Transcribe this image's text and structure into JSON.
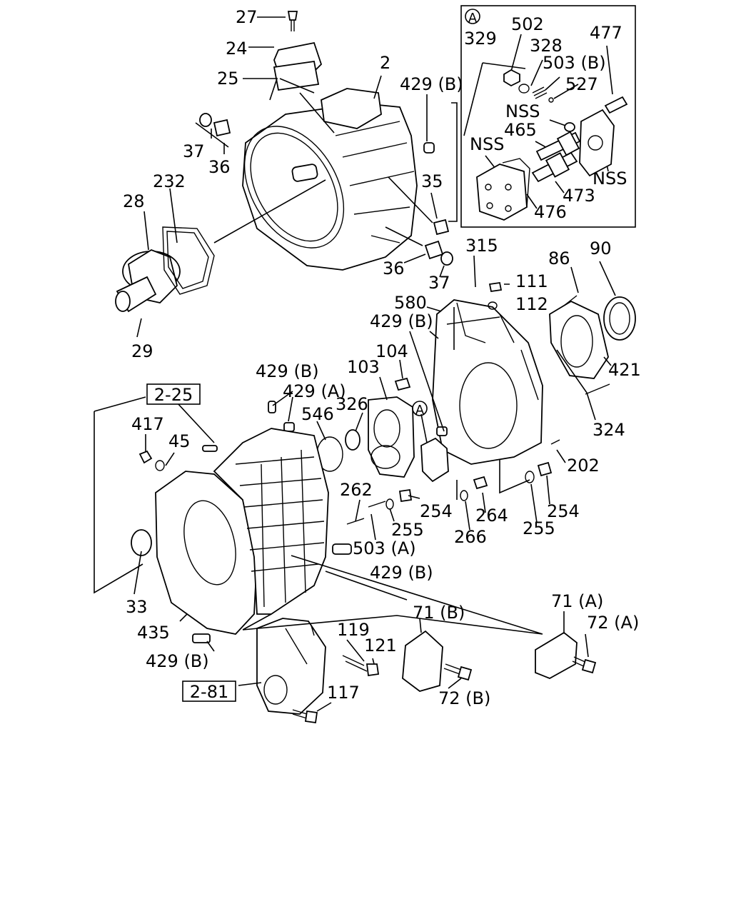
{
  "inset": {
    "marker": "A",
    "labels": [
      "329",
      "502",
      "328",
      "503 (B)",
      "527",
      "477",
      "NSS",
      "465",
      "NSS",
      "NSS",
      "473",
      "476"
    ]
  },
  "callouts": {
    "p27": "27",
    "p24": "24",
    "p25": "25",
    "p2": "2",
    "p37a": "37",
    "p36a": "36",
    "p232": "232",
    "p28": "28",
    "p29": "29",
    "p429b_top": "429 (B)",
    "p35": "35",
    "p36b": "36",
    "p37b": "37",
    "p315": "315",
    "p111": "111",
    "p86": "86",
    "p90": "90",
    "p580": "580",
    "p112": "112",
    "p429b_mid": "429 (B)",
    "p421": "421",
    "p104": "104",
    "p103": "103",
    "p429b_l": "429 (B)",
    "p429a_l": "429 (A)",
    "p326": "326",
    "p546": "546",
    "pA_marker": "A",
    "p417": "417",
    "p45": "45",
    "p324": "324",
    "p202": "202",
    "p262": "262",
    "p254a": "254",
    "p264": "264",
    "p254b": "254",
    "p255a": "255",
    "p503a": "503 (A)",
    "p266": "266",
    "p255b": "255",
    "p429b_c": "429 (B)",
    "p33": "33",
    "p435": "435",
    "p71a": "71 (A)",
    "p72a": "72 (A)",
    "p71b": "71 (B)",
    "p119": "119",
    "p121": "121",
    "p429b_bl": "429 (B)",
    "p117": "117",
    "p72b": "72 (B)"
  },
  "refs": {
    "r225": "2-25",
    "r281": "2-81"
  }
}
